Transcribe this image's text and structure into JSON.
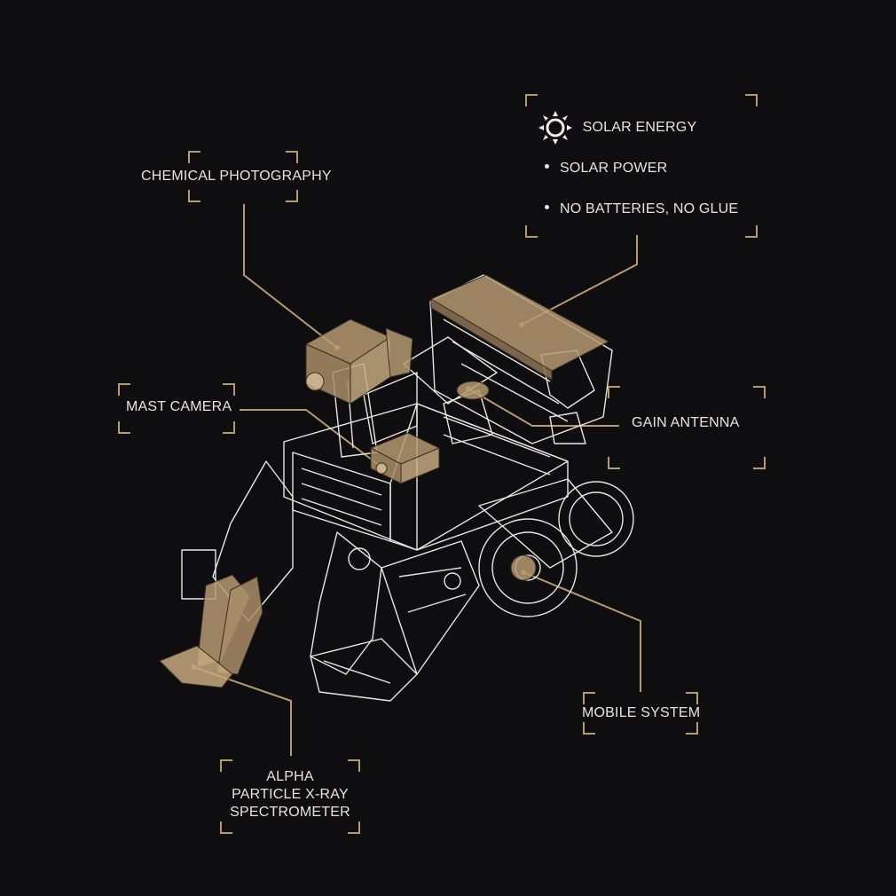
{
  "labels": {
    "chemical_photography": "CHEMICAL PHOTOGRAPHY",
    "solar_energy": "SOLAR ENERGY",
    "solar_power": "SOLAR POWER",
    "no_batteries": "NO BATTERIES, NO GLUE",
    "mast_camera": "MAST CAMERA",
    "gain_antenna": "GAIN ANTENNA",
    "mobile_system": "MOBILE SYSTEM",
    "alpha_line1": "ALPHA",
    "alpha_line2": "PARTICLE X-RAY",
    "alpha_line3": "SPECTROMETER"
  },
  "icons": {
    "solar": "sun-icon",
    "bullet": "bullet-dot"
  },
  "colors": {
    "background": "#0e0d0f",
    "accent": "#b89a6c",
    "wireframe": "#e8e6e1",
    "wood": "#b59a72"
  }
}
